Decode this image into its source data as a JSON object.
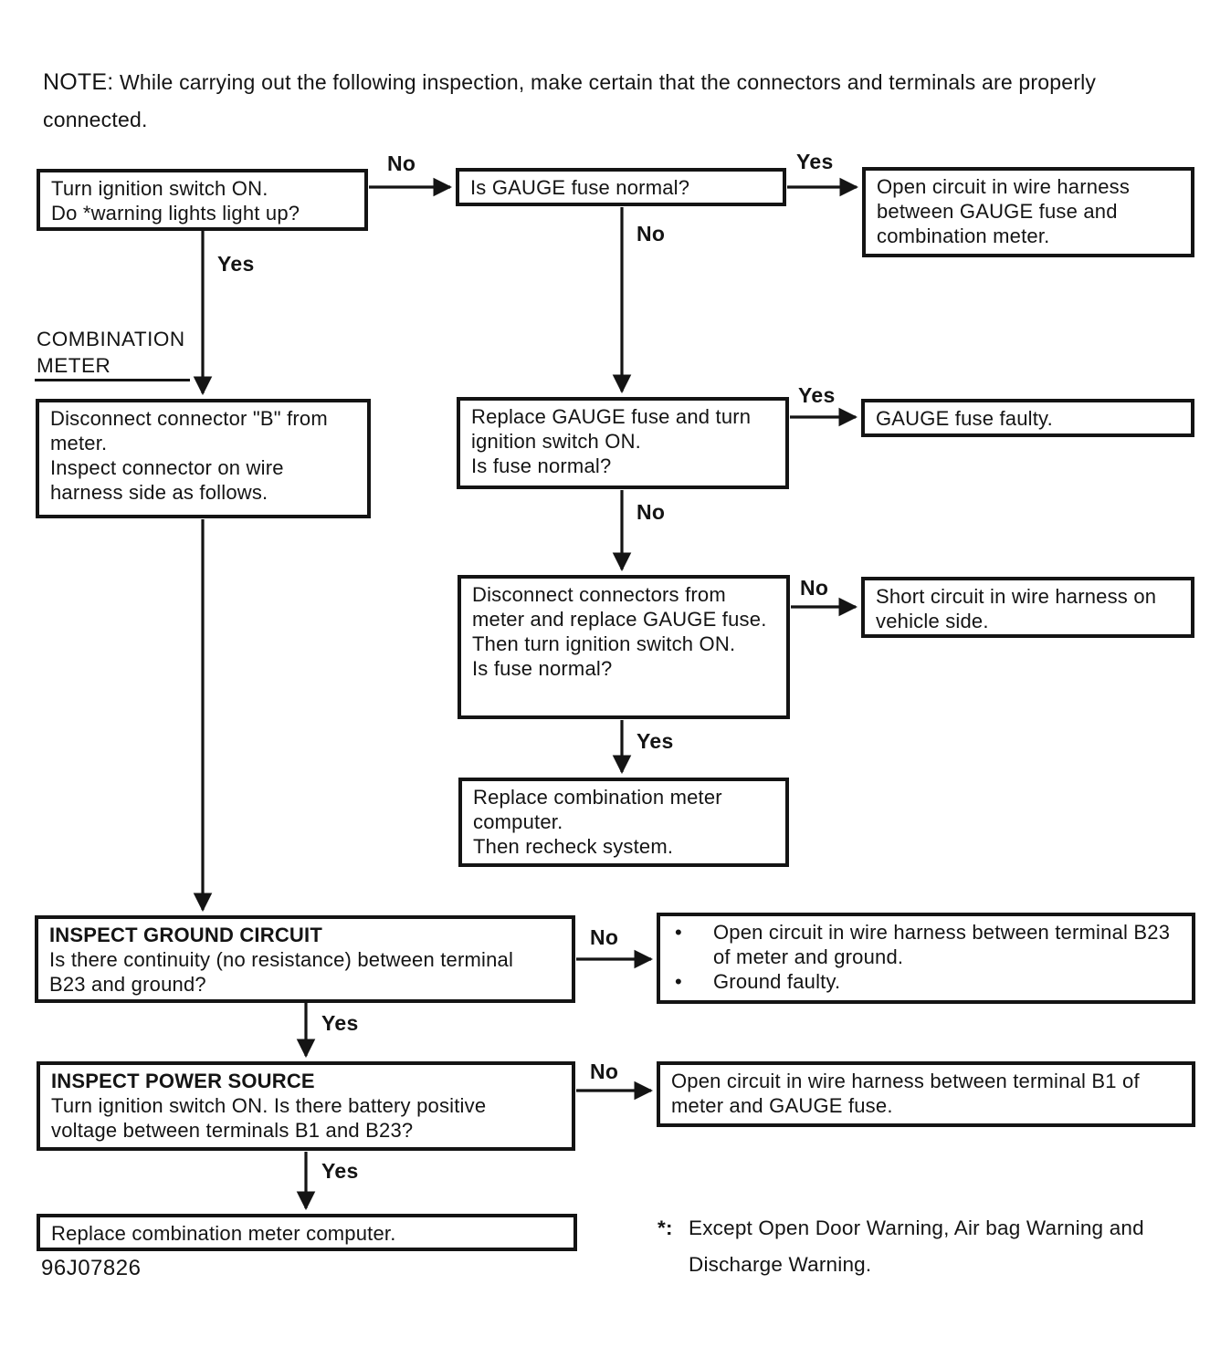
{
  "note": {
    "label": "NOTE:",
    "line1": " While carrying out the following inspection, make certain that the connectors and terminals are properly",
    "line2": "connected."
  },
  "section_label": {
    "line1": "COMBINATION",
    "line2": "METER"
  },
  "labels": {
    "yes": "Yes",
    "no": "No"
  },
  "misc": {
    "bullet": "•"
  },
  "nodes": {
    "warning_lights": {
      "lines": [
        "Turn ignition switch ON.",
        "Do *warning lights light up?"
      ]
    },
    "gauge_fuse_normal": {
      "lines": [
        "Is GAUGE fuse normal?"
      ]
    },
    "open_circuit_gauge_meter": {
      "lines": [
        "Open circuit in wire harness",
        "between GAUGE fuse and",
        "combination meter."
      ]
    },
    "disconnect_connector_b": {
      "lines": [
        "Disconnect connector \"B\" from",
        "meter.",
        "Inspect connector on wire",
        "harness side as follows."
      ]
    },
    "replace_gauge_fuse": {
      "lines": [
        "Replace GAUGE fuse and turn",
        "ignition switch ON.",
        "Is fuse normal?"
      ]
    },
    "gauge_fuse_faulty": {
      "lines": [
        "GAUGE fuse faulty."
      ]
    },
    "disconnect_connectors_replace_fuse": {
      "lines": [
        "Disconnect connectors from",
        "meter and replace GAUGE fuse.",
        "Then turn ignition switch ON.",
        "Is fuse normal?"
      ]
    },
    "short_circuit_vehicle": {
      "lines": [
        "Short circuit in wire harness on",
        "vehicle side."
      ]
    },
    "replace_meter_recheck": {
      "lines": [
        "Replace combination meter",
        "computer.",
        "Then recheck system."
      ]
    },
    "inspect_ground": {
      "title": "INSPECT GROUND CIRCUIT",
      "lines": [
        "Is there continuity (no resistance) between terminal",
        "B23 and ground?"
      ]
    },
    "ground_results": {
      "bullets": [
        "Open circuit in wire harness between terminal B23 of meter and ground.",
        "Ground faulty."
      ]
    },
    "inspect_power": {
      "title": "INSPECT POWER SOURCE",
      "lines": [
        "Turn ignition switch ON. Is there battery positive",
        "voltage between terminals B1 and B23?"
      ]
    },
    "open_circuit_b1": {
      "lines": [
        "Open circuit in wire harness between terminal B1 of",
        "meter and GAUGE fuse."
      ]
    },
    "replace_meter_computer": {
      "lines": [
        "Replace combination meter computer."
      ]
    }
  },
  "footnote": {
    "marker": "*:",
    "line1": "Except Open Door Warning, Air bag Warning and",
    "line2": "Discharge Warning."
  },
  "figure_code": "96J07826",
  "colors": {
    "ink": "#141414",
    "paper": "#ffffff"
  }
}
